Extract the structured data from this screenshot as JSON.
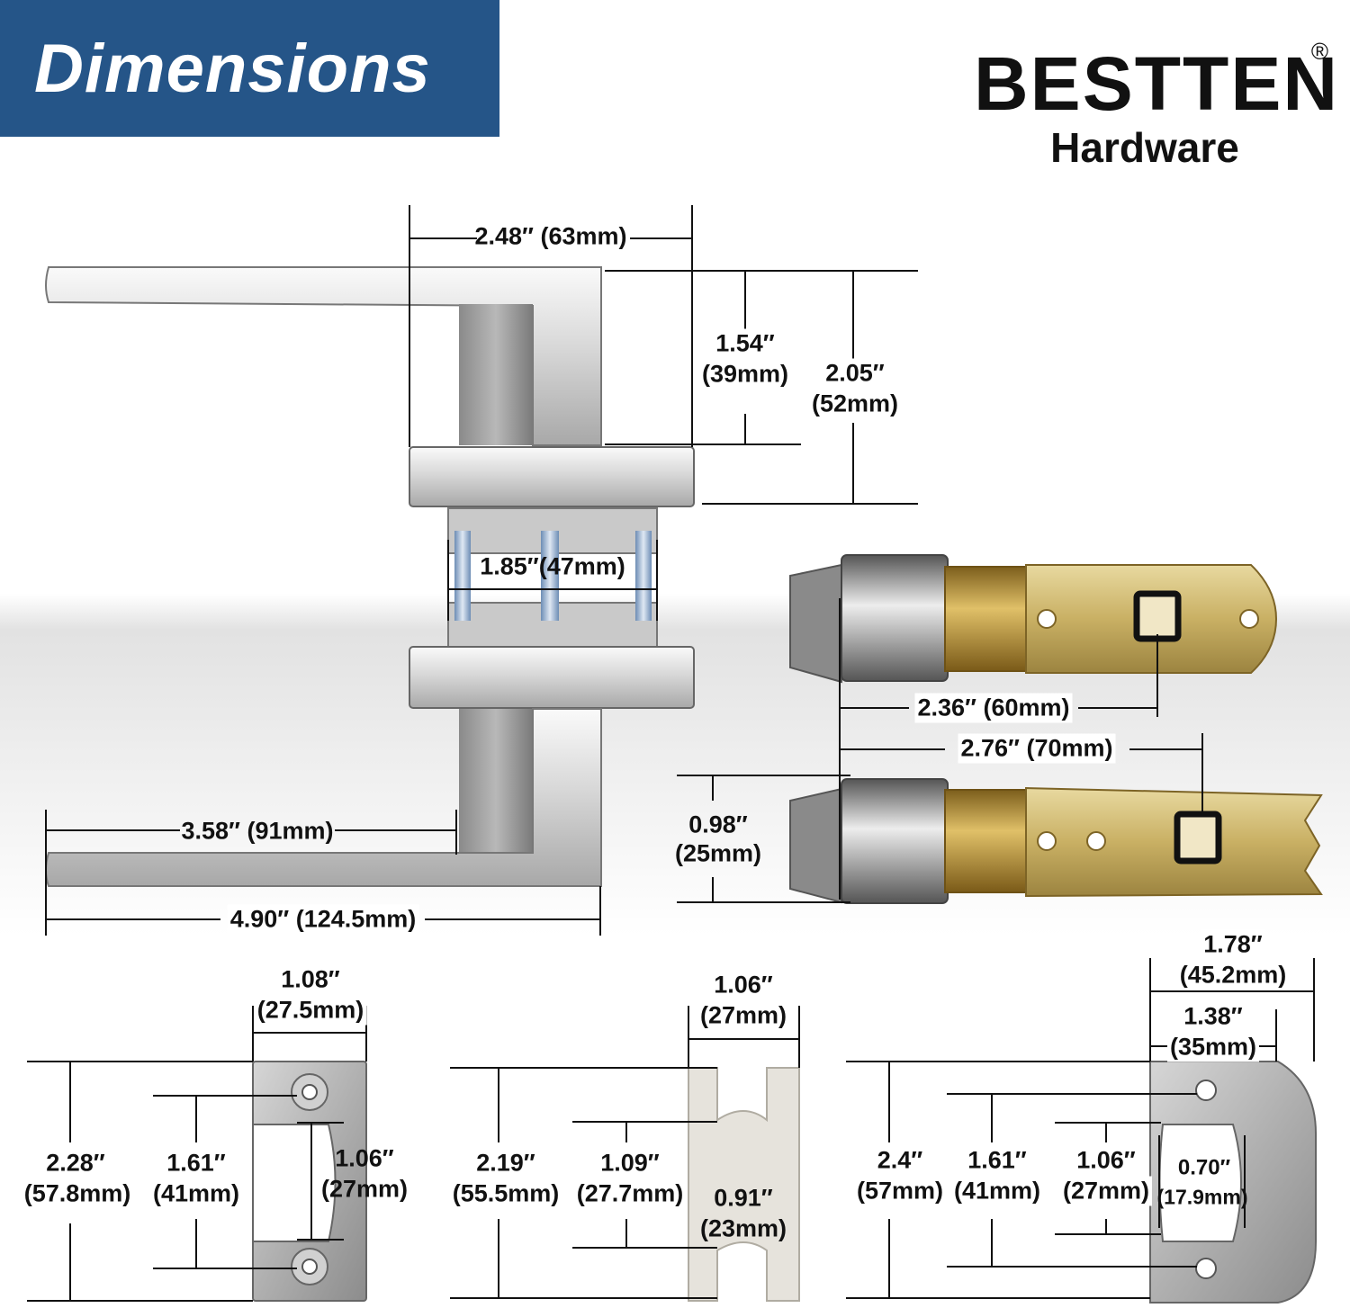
{
  "header": {
    "title": "Dimensions"
  },
  "brand": {
    "name": "BESTTEN",
    "registered": "®",
    "subtitle": "Hardware"
  },
  "dims": {
    "handle": {
      "rose_to_lever": "2.48″ (63mm)",
      "height_1_in": "1.54″",
      "height_1_mm": "(39mm)",
      "height_2_in": "2.05″",
      "height_2_mm": "(52mm)",
      "door_thickness": "1.85″(47mm)",
      "lever_length": "3.58″ (91mm)",
      "total_length": "4.90″ (124.5mm)"
    },
    "latch": {
      "backset_1": "2.36″ (60mm)",
      "backset_2": "2.76″ (70mm)",
      "bolt_in": "0.98″",
      "bolt_mm": "(25mm)"
    },
    "strike_plate": {
      "width_in": "1.08″",
      "width_mm": "(27.5mm)",
      "height_in": "2.28″",
      "height_mm": "(57.8mm)",
      "holes_in": "1.61″",
      "holes_mm": "(41mm)",
      "opening_in": "1.06″",
      "opening_mm": "(27mm)"
    },
    "dust_box": {
      "width_in": "1.06″",
      "width_mm": "(27mm)",
      "height_in": "2.19″",
      "height_mm": "(55.5mm)",
      "inner_in": "1.09″",
      "inner_mm": "(27.7mm)",
      "depth_in": "0.91″",
      "depth_mm": "(23mm)"
    },
    "face_plate": {
      "width_in": "1.78″",
      "width_mm": "(45.2mm)",
      "inner_width_in": "1.38″",
      "inner_width_mm": "(35mm)",
      "height_in": "2.4″",
      "height_mm": "(57mm)",
      "holes_in": "1.61″",
      "holes_mm": "(41mm)",
      "opening_in": "1.06″",
      "opening_mm": "(27mm)",
      "slot_in": "0.70″",
      "slot_mm": "(17.9mm)"
    }
  }
}
